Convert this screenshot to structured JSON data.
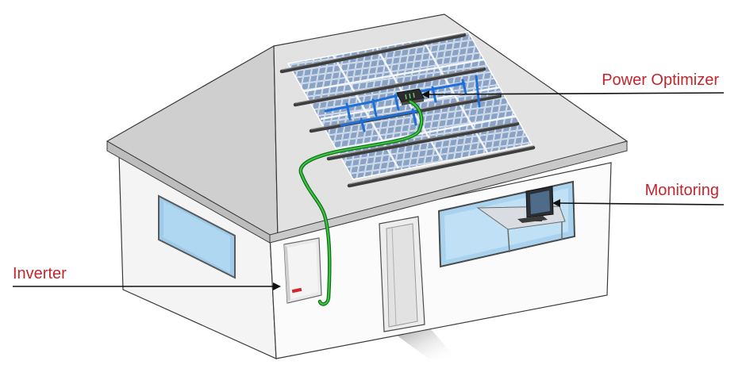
{
  "labels": {
    "power_optimizer": "Power Optimizer",
    "monitoring": "Monitoring",
    "inverter": "Inverter"
  },
  "colors": {
    "label_red": "#c0272d",
    "leader_line": "#111111",
    "roof": "#d9d9d9",
    "wall": "#f7f7f7",
    "window_glass": "#a9d2ef",
    "dc_cable": "#2ca02c",
    "optimizer_wiring": "#1e6fd9",
    "panel_cell": "#8fa6c7"
  },
  "icons": {
    "inverter": "inverter-box-icon",
    "optimizer": "power-optimizer-icon",
    "monitor": "monitor-icon"
  }
}
